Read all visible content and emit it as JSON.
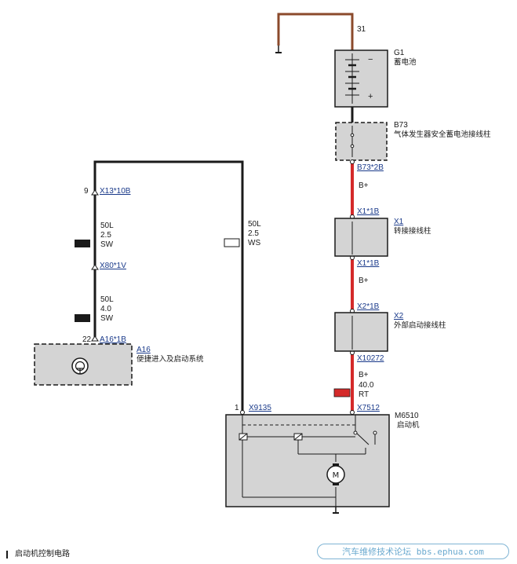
{
  "title": "启动机控制电路",
  "watermark": "汽车维修技术论坛 bbs.ephua.com",
  "colors": {
    "wire_black": "#1a1a1a",
    "wire_red": "#d42a2a",
    "wire_ground": "#8b4a2b",
    "fill": "#d4d4d4"
  },
  "components": {
    "g1": {
      "id": "G1",
      "name": "蓄电池",
      "pin": "31",
      "minus": "−",
      "plus": "+"
    },
    "b73": {
      "id": "B73",
      "name": "气体发生器安全蓄电池接线柱",
      "connector": "B73*2B"
    },
    "x1": {
      "id": "X1",
      "name": "转接接线柱",
      "conn_top": "X1*1B",
      "conn_bottom": "X1*1B"
    },
    "x2": {
      "id": "X2",
      "name": "外部启动接线柱",
      "conn_top": "X2*1B",
      "conn_bottom": "X10272"
    },
    "a16": {
      "id": "A16",
      "name": "便捷进入及启动系统",
      "connector": "A16*1B",
      "pin": "22"
    },
    "m6510": {
      "id": "M6510",
      "name": "启动机",
      "conn_left": "X9135",
      "conn_right": "X7512",
      "pin_left": "1"
    }
  },
  "wires": {
    "bplus_1": "B+",
    "bplus_2": "B+",
    "w_red": {
      "signal": "B+",
      "size": "40.0",
      "color": "RT"
    },
    "w_50l_left1": {
      "signal": "50L",
      "size": "2.5",
      "color": "SW"
    },
    "w_50l_left2": {
      "signal": "50L",
      "size": "4.0",
      "color": "SW"
    },
    "w_50l_right": {
      "signal": "50L",
      "size": "2.5",
      "color": "WS"
    }
  },
  "connectors": {
    "x13": "X13*10B",
    "x13_pin": "9",
    "x80": "X80*1V"
  }
}
